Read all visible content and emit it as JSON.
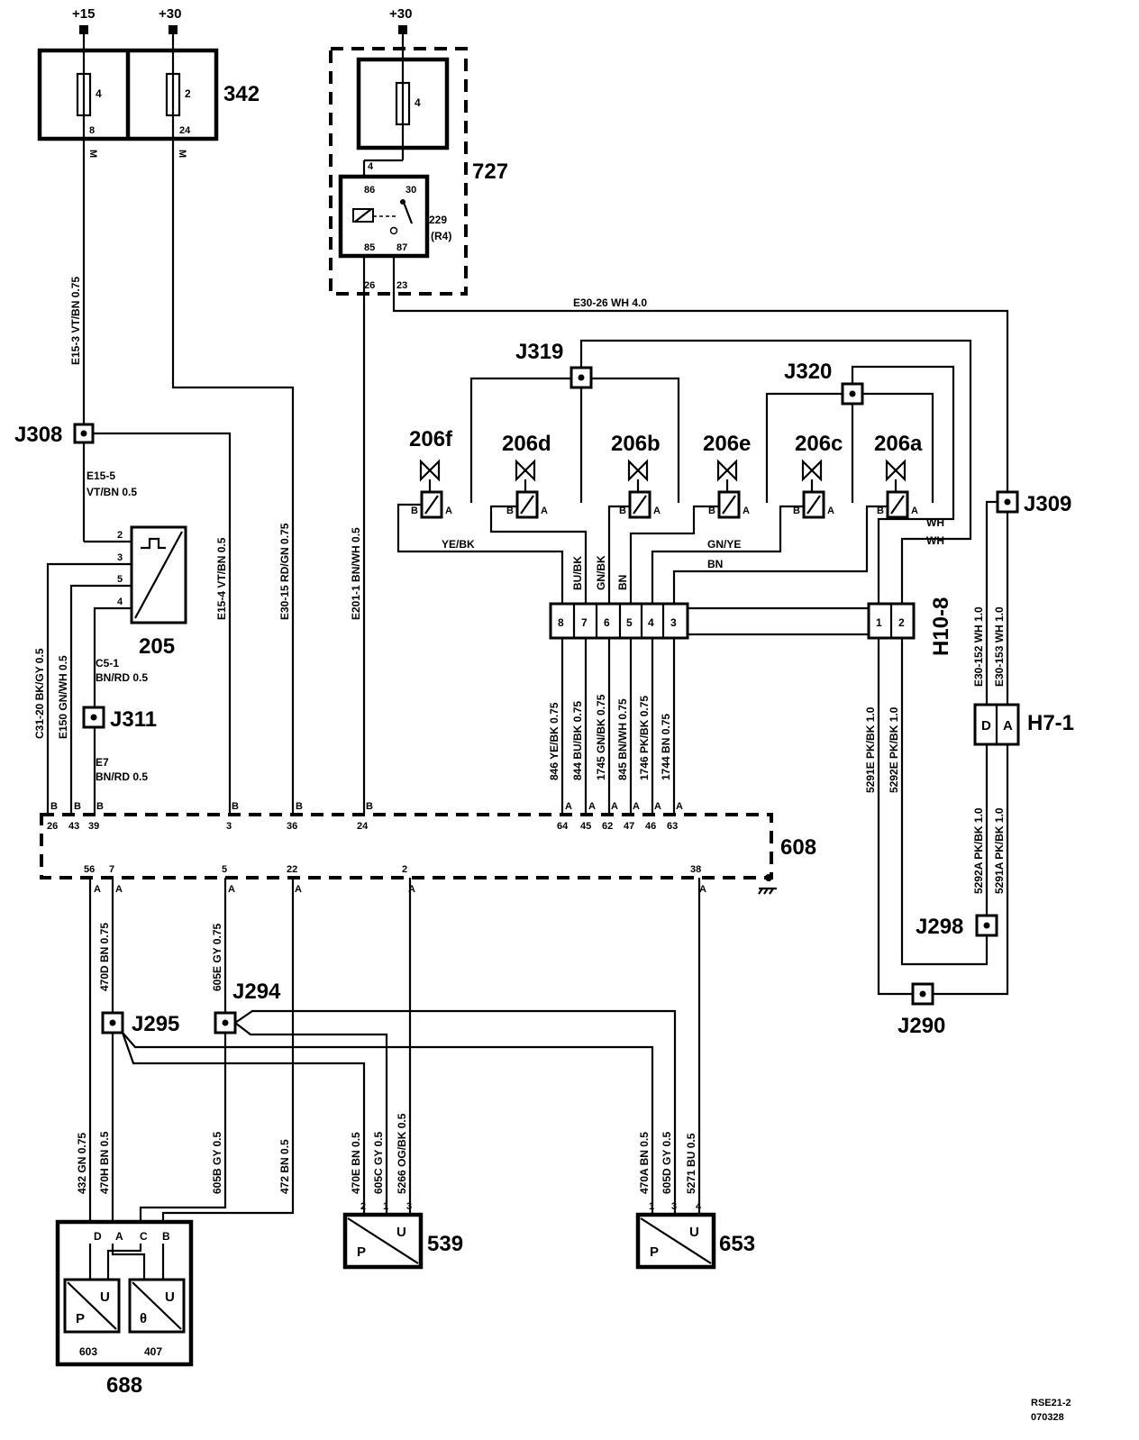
{
  "supplies": {
    "p15": "+15",
    "p30a": "+30",
    "p30b": "+30"
  },
  "components": {
    "c342": "342",
    "c727": "727",
    "c205": "205",
    "c608": "608",
    "c688": "688",
    "c603": "603",
    "c407": "407",
    "c539": "539",
    "c653": "653",
    "c229": "229",
    "c229b": "(R4)",
    "h108": "H10-8",
    "h71": "H7-1"
  },
  "fuses": {
    "f342a": "4",
    "f342b": "2",
    "f727": "4",
    "p342a_out": "8",
    "p342b_out": "24",
    "m": "M"
  },
  "relay_pins": {
    "p4": "4",
    "p86": "86",
    "p30": "30",
    "p85": "85",
    "p87": "87",
    "p26": "26",
    "p23": "23"
  },
  "junctions": {
    "j308": "J308",
    "j311": "J311",
    "j319": "J319",
    "j320": "J320",
    "j309": "J309",
    "j298": "J298",
    "j290": "J290",
    "j294": "J294",
    "j295": "J295"
  },
  "valves": {
    "v206f": "206f",
    "v206d": "206d",
    "v206b": "206b",
    "v206e": "206e",
    "v206c": "206c",
    "v206a": "206a"
  },
  "wires": {
    "e15_3": "E15-3  VT/BN  0.75",
    "e15_5a": "E15-5",
    "e15_5b": "VT/BN  0.5",
    "e15_4": "E15-4  VT/BN  0.5",
    "e30_15": "E30-15  RD/GN  0.75",
    "e201_1": "E201-1  BN/WH  0.5",
    "e30_26": "E30-26   WH  4.0",
    "c31_20": "C31-20  BK/GY  0.5",
    "e150": "E150  GN/WH  0.5",
    "c5_1a": "C5-1",
    "c5_1b": "BN/RD  0.5",
    "e7a": "E7",
    "e7b": "BN/RD  0.5",
    "yebk": "YE/BK",
    "bubk": "BU/BK",
    "gnbk": "GN/BK",
    "bn1": "BN",
    "gnye": "GN/YE",
    "bn2": "BN",
    "wh1": "WH",
    "wh2": "WH",
    "w846": "846  YE/BK  0.75",
    "w844": "844  BU/BK  0.75",
    "w1745": "1745  GN/BK  0.75",
    "w845": "845  BN/WH  0.75",
    "w1746": "1746  PK/BK  0.75",
    "w1744": "1744  BN  0.75",
    "w5291e": "5291E  PK/BK  1.0",
    "w5292e": "5292E  PK/BK  1.0",
    "e30_152": "E30-152  WH  1.0",
    "e30_153": "E30-153  WH  1.0",
    "w5292a": "5292A  PK/BK  1.0",
    "w5291a": "5291A  PK/BK  1.0",
    "w470d": "470D  BN  0.75",
    "w605e": "605E  GY  0.75",
    "w432": "432  GN  0.75",
    "w470h": "470H  BN  0.5",
    "w605b": "605B  GY  0.5",
    "w472": "472  BN  0.5",
    "w470e": "470E  BN  0.5",
    "w605c": "605C  GY  0.5",
    "w5266": "5266  OG/BK  0.5",
    "w470a": "470A  BN  0.5",
    "w605d": "605D  GY  0.5",
    "w5271": "5271  BU  0.5"
  },
  "h108_pins": [
    "8",
    "7",
    "6",
    "5",
    "4",
    "3",
    "1",
    "2"
  ],
  "h71_pins": [
    "D",
    "A"
  ],
  "c608_top_pins": [
    "26",
    "43",
    "39",
    "3",
    "36",
    "24",
    "64",
    "45",
    "62",
    "47",
    "46",
    "63"
  ],
  "c608_bottom_pins": [
    "56",
    "7",
    "5",
    "22",
    "2",
    "38"
  ],
  "conn_letters": {
    "a": "A",
    "b": "B",
    "c": "C",
    "d": "D"
  },
  "sensor_labels": {
    "p": "P",
    "u": "U",
    "theta": "θ"
  },
  "pins_205": [
    "2",
    "3",
    "5",
    "4"
  ],
  "pins_539": [
    "2",
    "1",
    "3"
  ],
  "pins_653": [
    "1",
    "3",
    "4"
  ],
  "footer": {
    "line1": "RSE21-2",
    "line2": "070328"
  }
}
